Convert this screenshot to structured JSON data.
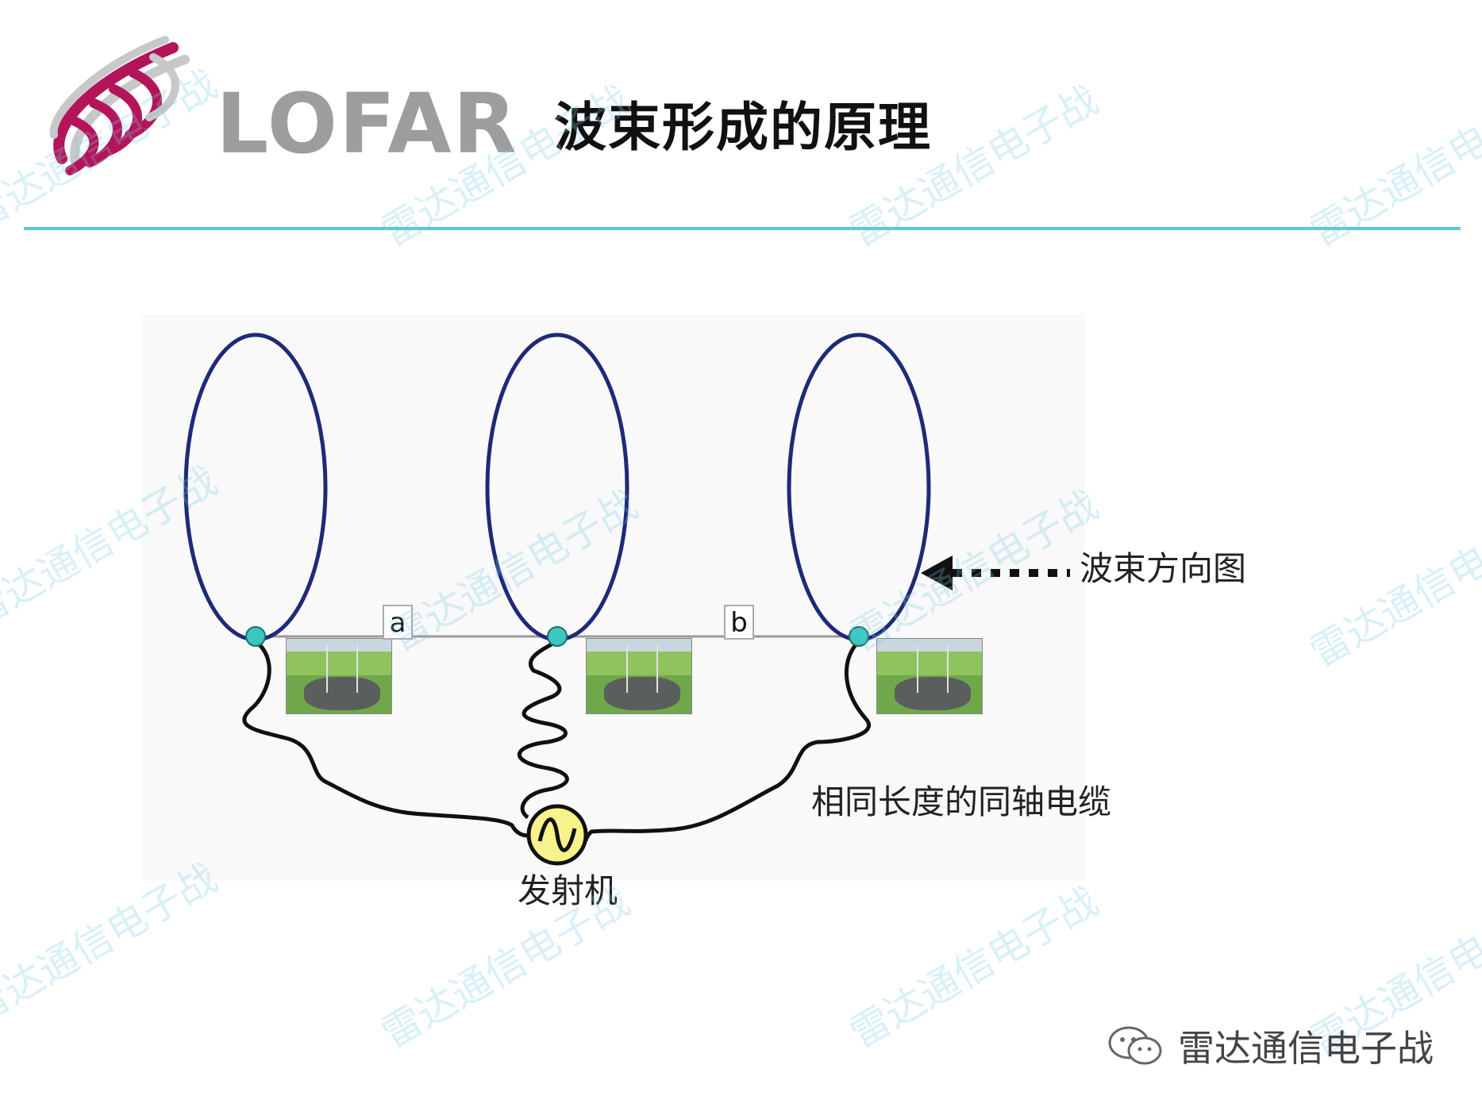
{
  "header": {
    "logo_text": "LOFAR",
    "title": "波束形成的原理"
  },
  "diagram": {
    "label_a": "a",
    "label_b": "b",
    "beam_pattern_label": "波束方向图",
    "cable_label": "相同长度的同轴电缆",
    "transmitter_label": "发射机"
  },
  "watermark": {
    "text": "雷达通信电子战"
  },
  "footer": {
    "account_name": "雷达通信电子战",
    "icon": "wechat-icon"
  },
  "colors": {
    "accent_line": "#5bc9cf",
    "lobe": "#1e2a78",
    "node": "#3cc7c0",
    "transmitter": "#f7f28a",
    "logo_ribbon": "#b4145a"
  }
}
